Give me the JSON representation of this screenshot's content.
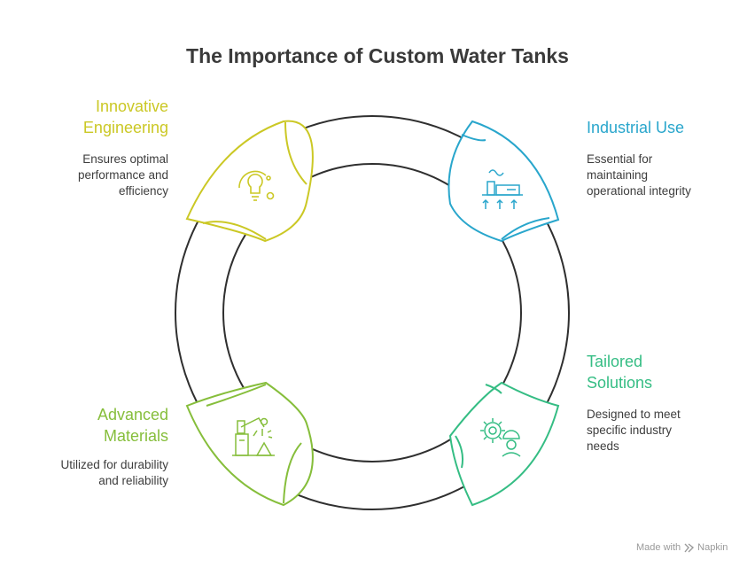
{
  "title": "The Importance of Custom Water Tanks",
  "colors": {
    "innovative": "#cbc825",
    "industrial": "#29a6cc",
    "tailored": "#35bd84",
    "advanced": "#86be3b",
    "ring": "#2f2f2f"
  },
  "items": [
    {
      "key": "innovative",
      "heading_line1": "Innovative",
      "heading_line2": "Engineering",
      "desc_line1": "Ensures optimal",
      "desc_line2": "performance and",
      "desc_line3": "efficiency",
      "icon": "lightbulb-gear-icon"
    },
    {
      "key": "industrial",
      "heading_line1": "Industrial Use",
      "desc_line1": "Essential for",
      "desc_line2": "maintaining",
      "desc_line3": "operational integrity",
      "icon": "factory-icon"
    },
    {
      "key": "tailored",
      "heading_line1": "Tailored",
      "heading_line2": "Solutions",
      "desc_line1": "Designed to meet",
      "desc_line2": "specific industry",
      "desc_line3": "needs",
      "icon": "gear-worker-icon"
    },
    {
      "key": "advanced",
      "heading_line1": "Advanced",
      "heading_line2": "Materials",
      "desc_line1": "Utilized for durability",
      "desc_line2": "and reliability",
      "icon": "robot-arm-icon"
    }
  ],
  "footer": {
    "made_with": "Made with",
    "brand": "Napkin"
  }
}
